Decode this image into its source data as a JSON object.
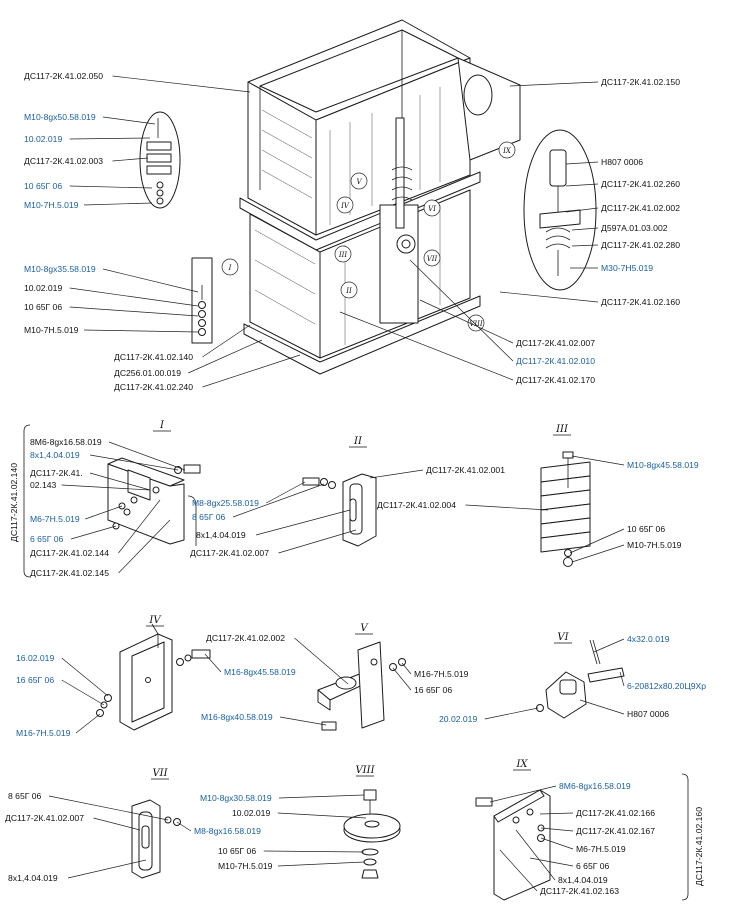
{
  "labels": [
    {
      "id": "main-housing-upper",
      "text": "ДС117-2К.41.02.050",
      "blue": false
    },
    {
      "id": "main-duct",
      "text": "ДС117-2К.41.02.150",
      "blue": false
    },
    {
      "id": "bolt-m10-50",
      "text": "М10-8gх50.58.019",
      "blue": true
    },
    {
      "id": "washer-10",
      "text": "10.02.019",
      "blue": true
    },
    {
      "id": "main-003",
      "text": "ДС117-2К.41.02.003",
      "blue": false
    },
    {
      "id": "spring-washer-10",
      "text": "10 65Г 06",
      "blue": true
    },
    {
      "id": "nut-m10",
      "text": "М10-7Н.5.019",
      "blue": true
    },
    {
      "id": "n807",
      "text": "Н807 0006",
      "blue": false
    },
    {
      "id": "main-260",
      "text": "ДС117-2К.41.02.260",
      "blue": false
    },
    {
      "id": "main-002",
      "text": "ДС117-2К.41.02.002",
      "blue": false
    },
    {
      "id": "d597a",
      "text": "Д597А.01.03.002",
      "blue": false
    },
    {
      "id": "main-280",
      "text": "ДС117-2К.41.02.280",
      "blue": false
    },
    {
      "id": "nut-m30",
      "text": "М30-7Н5.019",
      "blue": true
    },
    {
      "id": "main-160",
      "text": "ДС117-2К.41.02.160",
      "blue": false
    },
    {
      "id": "bolt-m10-35",
      "text": "М10-8gх35.58.019",
      "blue": true
    },
    {
      "id": "washer-10b",
      "text": "10.02.019",
      "blue": false
    },
    {
      "id": "spring-washer-10b",
      "text": "10 65Г 06",
      "blue": false
    },
    {
      "id": "nut-m10b",
      "text": "М10-7Н.5.019",
      "blue": false
    },
    {
      "id": "main-140",
      "text": "ДС117-2К.41.02.140",
      "blue": false
    },
    {
      "id": "ds256",
      "text": "ДС256.01.00.019",
      "blue": false
    },
    {
      "id": "main-240",
      "text": "ДС117-2К.41.02.240",
      "blue": false
    },
    {
      "id": "main-007",
      "text": "ДС117-2К.41.02.007",
      "blue": false
    },
    {
      "id": "main-010",
      "text": "ДС117-2К.41.02.010",
      "blue": true
    },
    {
      "id": "main-170",
      "text": "ДС117-2К.41.02.170",
      "blue": false
    },
    {
      "id": "i-bolt-m6",
      "text": "8М6-8gх16.58.019",
      "blue": false
    },
    {
      "id": "i-rivet",
      "text": "8х1,4.04.019",
      "blue": true
    },
    {
      "id": "i-part-a",
      "text": "ДС117-2К.41.",
      "blue": false
    },
    {
      "id": "i-part-b",
      "text": "02.143",
      "blue": false
    },
    {
      "id": "i-nut-m6",
      "text": "М6-7Н.5.019",
      "blue": true
    },
    {
      "id": "i-spring-6",
      "text": "6 65Г 06",
      "blue": true
    },
    {
      "id": "i-144",
      "text": "ДС117-2К.41.02.144",
      "blue": false
    },
    {
      "id": "i-145",
      "text": "ДС117-2К.41.02.145",
      "blue": false
    },
    {
      "id": "i-group",
      "text": "ДС117-2К.41.02.140",
      "blue": false
    },
    {
      "id": "ii-001",
      "text": "ДС117-2К.41.02.001",
      "blue": false
    },
    {
      "id": "ii-bolt-m8",
      "text": "М8-8gх25.58.019",
      "blue": true
    },
    {
      "id": "ii-spring-8",
      "text": "8 65Г 06",
      "blue": true
    },
    {
      "id": "ii-rivet",
      "text": "8х1,4.04.019",
      "blue": false
    },
    {
      "id": "ii-007",
      "text": "ДС117-2К.41.02.007",
      "blue": false
    },
    {
      "id": "iii-bolt-m10",
      "text": "М10-8gх45.58.019",
      "blue": true
    },
    {
      "id": "iii-004",
      "text": "ДС117-2К.41.02.004",
      "blue": false
    },
    {
      "id": "iii-spring",
      "text": "10 65Г 06",
      "blue": false
    },
    {
      "id": "iii-nut",
      "text": "М10-7Н.5.019",
      "blue": false
    },
    {
      "id": "iv-washer",
      "text": "16.02.019",
      "blue": true
    },
    {
      "id": "iv-spring",
      "text": "16 65Г 06",
      "blue": true
    },
    {
      "id": "iv-nut",
      "text": "М16-7Н.5.019",
      "blue": true
    },
    {
      "id": "iv-bolt",
      "text": "М16-8gх45.58.019",
      "blue": true
    },
    {
      "id": "v-002",
      "text": "ДС117-2К.41.02.002",
      "blue": false
    },
    {
      "id": "v-nut",
      "text": "М16-7Н.5.019",
      "blue": false
    },
    {
      "id": "v-spring",
      "text": "16 65Г 06",
      "blue": false
    },
    {
      "id": "v-bolt",
      "text": "М16-8gх40.58.019",
      "blue": true
    },
    {
      "id": "vi-pin",
      "text": "4х32.0.019",
      "blue": true
    },
    {
      "id": "vi-shaft",
      "text": "6-20812х80.20Ц9Хр",
      "blue": true
    },
    {
      "id": "vi-n807",
      "text": "Н807 0006",
      "blue": false
    },
    {
      "id": "vi-washer",
      "text": "20.02.019",
      "blue": true
    },
    {
      "id": "vii-spring",
      "text": "8 65Г 06",
      "blue": false
    },
    {
      "id": "vii-007",
      "text": "ДС117-2К.41.02.007",
      "blue": false
    },
    {
      "id": "vii-bolt",
      "text": "М8-8gх16.58.019",
      "blue": true
    },
    {
      "id": "vii-rivet",
      "text": "8х1,4.04.019",
      "blue": false
    },
    {
      "id": "viii-bolt",
      "text": "М10-8gх30.58.019",
      "blue": true
    },
    {
      "id": "viii-washer",
      "text": "10.02.019",
      "blue": false
    },
    {
      "id": "viii-spring",
      "text": "10 65Г 06",
      "blue": false
    },
    {
      "id": "viii-nut",
      "text": "М10-7Н.5.019",
      "blue": false
    },
    {
      "id": "ix-bolt",
      "text": "8М6-8gх16.58.019",
      "blue": true
    },
    {
      "id": "ix-166",
      "text": "ДС117-2К.41.02.166",
      "blue": false
    },
    {
      "id": "ix-167",
      "text": "ДС117-2К.41.02.167",
      "blue": false
    },
    {
      "id": "ix-nut",
      "text": "М6-7Н.5.019",
      "blue": false
    },
    {
      "id": "ix-spring",
      "text": "6 65Г 06",
      "blue": false
    },
    {
      "id": "ix-rivet",
      "text": "8х1,4.04.019",
      "blue": false
    },
    {
      "id": "ix-163",
      "text": "ДС117-2К.41.02.163",
      "blue": false
    },
    {
      "id": "ix-group",
      "text": "ДС117-2К.41.02.160",
      "blue": false
    }
  ],
  "detail_numerals": {
    "I": "I",
    "II": "II",
    "III": "III",
    "IV": "IV",
    "V": "V",
    "VI": "VI",
    "VII": "VII",
    "VIII": "VIII",
    "IX": "IX"
  },
  "callout_numerals": {
    "c1": "V",
    "c2": "IV",
    "c3": "III",
    "c4": "II",
    "c5": "VI",
    "c6": "VII",
    "c7": "VIII",
    "c8": "IX",
    "c9": "I"
  },
  "colors": {
    "ink": "#111111",
    "link": "#1a5fa0"
  }
}
